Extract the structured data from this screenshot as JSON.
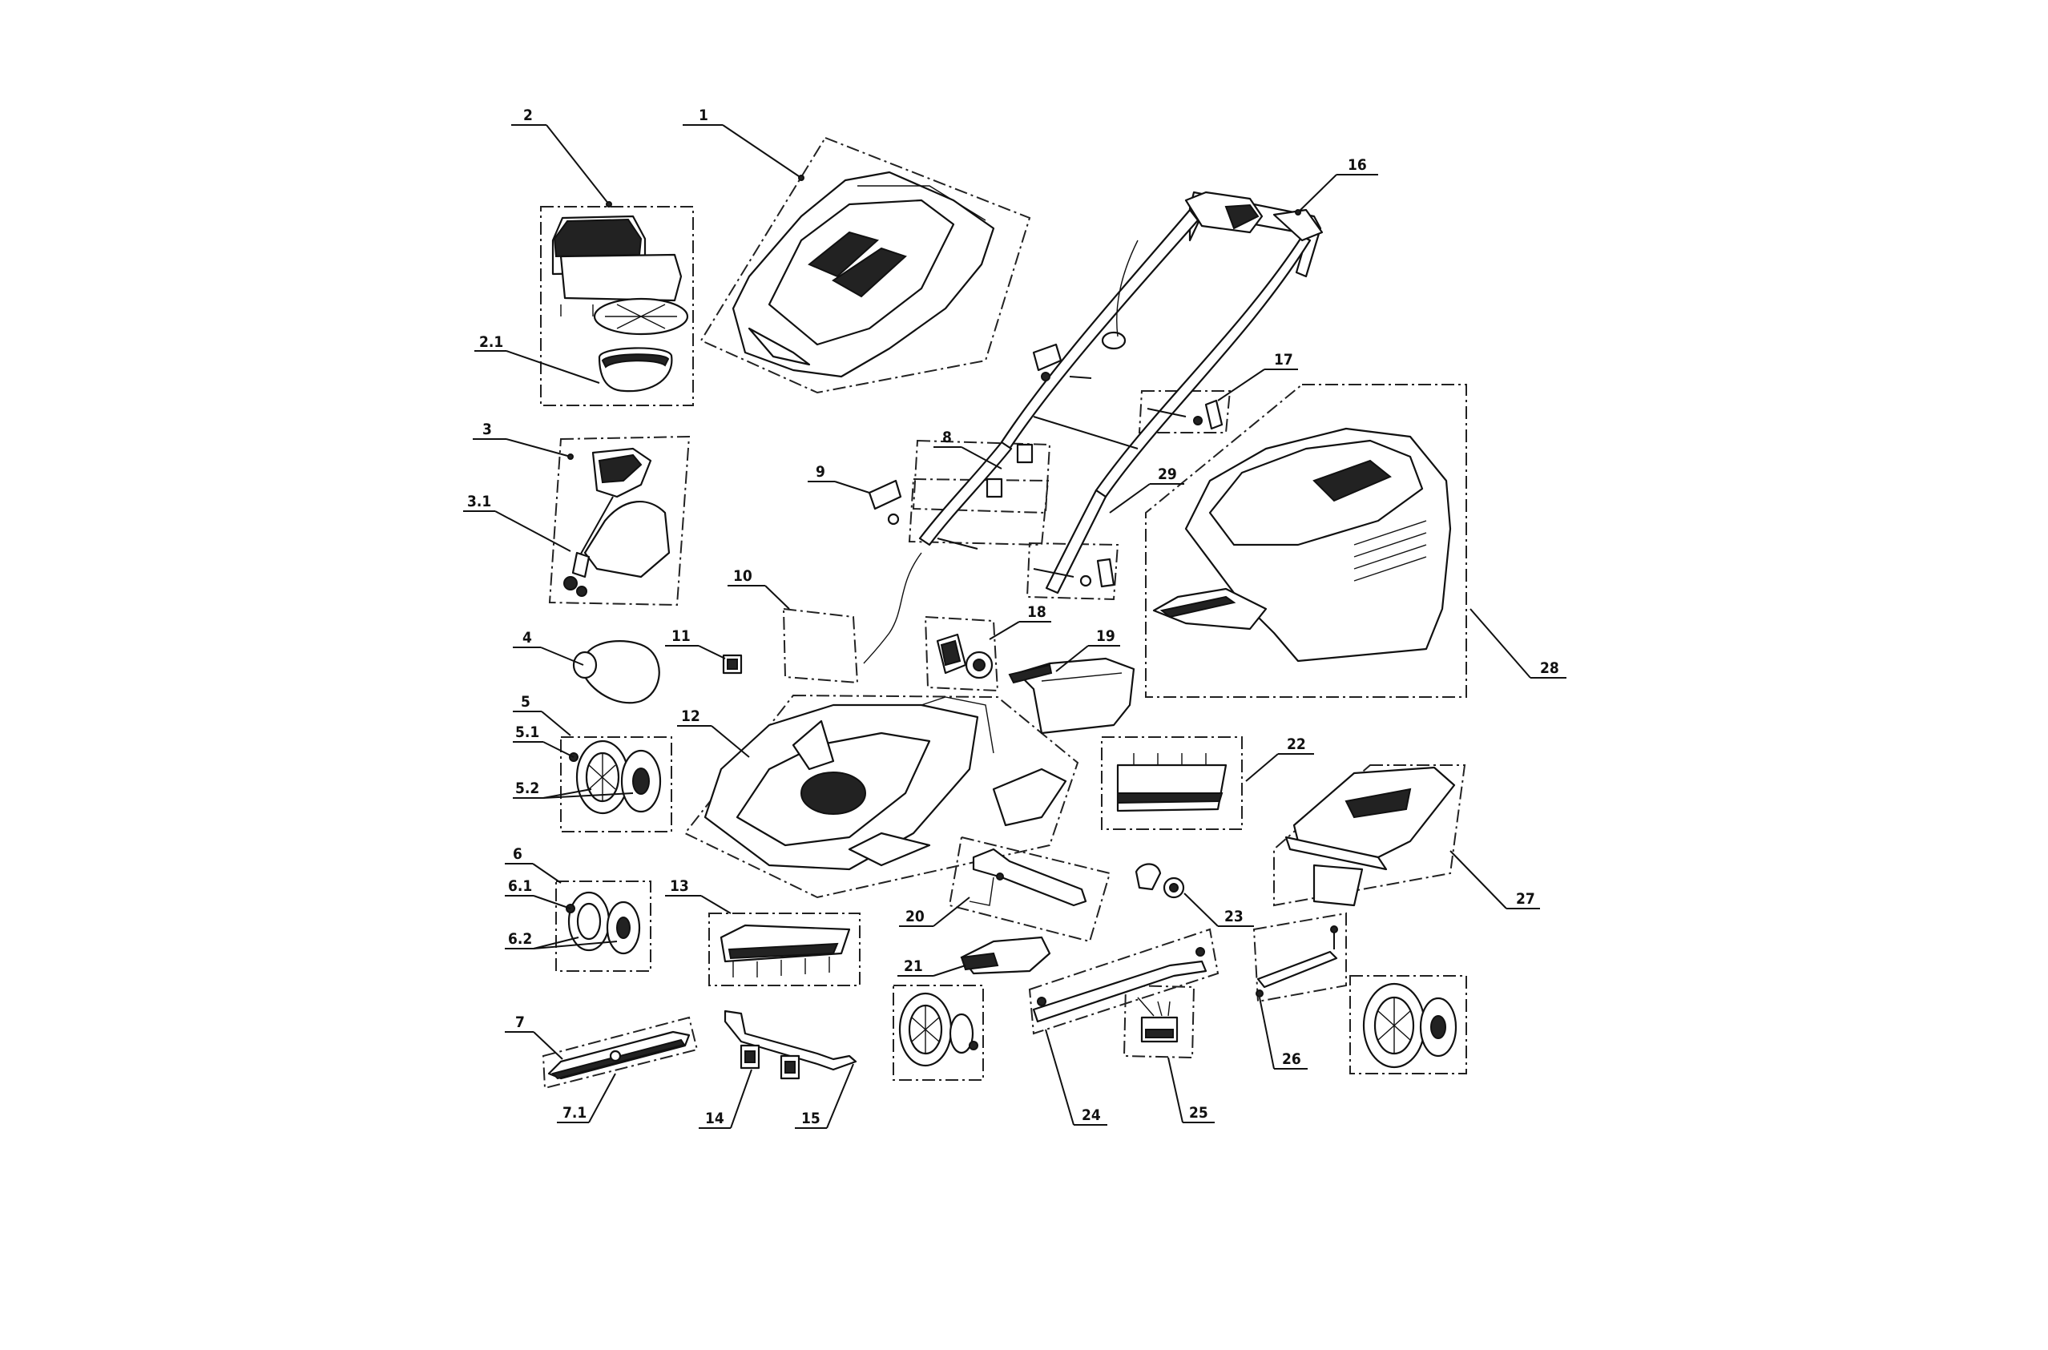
{
  "labels": [
    {
      "id": "1",
      "text": "1"
    },
    {
      "id": "2",
      "text": "2"
    },
    {
      "id": "2_1",
      "text": "2.1"
    },
    {
      "id": "3",
      "text": "3"
    },
    {
      "id": "3_1",
      "text": "3.1"
    },
    {
      "id": "4",
      "text": "4"
    },
    {
      "id": "5",
      "text": "5"
    },
    {
      "id": "5_1",
      "text": "5.1"
    },
    {
      "id": "5_2",
      "text": "5.2"
    },
    {
      "id": "6",
      "text": "6"
    },
    {
      "id": "6_1",
      "text": "6.1"
    },
    {
      "id": "6_2",
      "text": "6.2"
    },
    {
      "id": "7",
      "text": "7"
    },
    {
      "id": "7_1",
      "text": "7.1"
    },
    {
      "id": "8",
      "text": "8"
    },
    {
      "id": "9",
      "text": "9"
    },
    {
      "id": "10",
      "text": "10"
    },
    {
      "id": "11",
      "text": "11"
    },
    {
      "id": "12",
      "text": "12"
    },
    {
      "id": "13",
      "text": "13"
    },
    {
      "id": "14",
      "text": "14"
    },
    {
      "id": "15",
      "text": "15"
    },
    {
      "id": "16",
      "text": "16"
    },
    {
      "id": "17",
      "text": "17"
    },
    {
      "id": "18",
      "text": "18"
    },
    {
      "id": "19",
      "text": "19"
    },
    {
      "id": "20",
      "text": "20"
    },
    {
      "id": "21",
      "text": "21"
    },
    {
      "id": "22",
      "text": "22"
    },
    {
      "id": "23",
      "text": "23"
    },
    {
      "id": "24",
      "text": "24"
    },
    {
      "id": "25",
      "text": "25"
    },
    {
      "id": "26",
      "text": "26"
    },
    {
      "id": "27",
      "text": "27"
    },
    {
      "id": "28",
      "text": "28"
    },
    {
      "id": "29",
      "text": "29"
    }
  ],
  "colors": {
    "ink": "#111111",
    "background": "#ffffff"
  }
}
